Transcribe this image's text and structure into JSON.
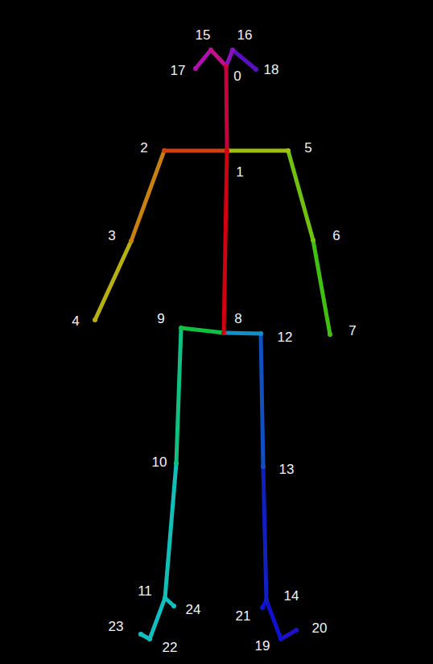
{
  "diagram": {
    "labels": [
      "15",
      "16",
      "17",
      "0",
      "18",
      "2",
      "5",
      "1",
      "3",
      "6",
      "4",
      "9",
      "8",
      "12",
      "7",
      "10",
      "13",
      "11",
      "14",
      "24",
      "21",
      "20",
      "23",
      "22",
      "19"
    ]
  }
}
